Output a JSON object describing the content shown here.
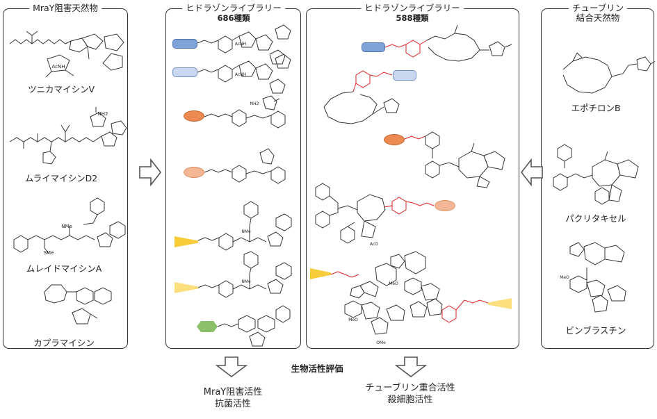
{
  "panels": {
    "natural_mray": {
      "title": "MraY阻害天然物"
    },
    "library_686": {
      "title": "ヒドラゾンライブラリー",
      "count": "686種類"
    },
    "library_588": {
      "title": "ヒドラゾンライブラリー",
      "count": "588種類"
    },
    "natural_tubulin": {
      "title_line1": "チューブリン",
      "title_line2": "結合天然物"
    }
  },
  "mray_compounds": [
    {
      "name": "ツニカマイシンV"
    },
    {
      "name": "ムライマイシンD2"
    },
    {
      "name": "ムレイドマイシンA"
    },
    {
      "name": "カプラマイシン"
    }
  ],
  "tubulin_compounds": [
    {
      "name": "エポチロンB"
    },
    {
      "name": "パクリタキセル"
    },
    {
      "name": "ビンブラスチン"
    }
  ],
  "evaluation": {
    "label": "生物活性評価",
    "left_result_line1": "MraY阻害活性",
    "left_result_line2": "抗菌活性",
    "right_result_line1": "チューブリン重合活性",
    "right_result_line2": "殺細胞活性"
  },
  "atom_labels": {
    "acnh": "AcNH",
    "nh2": "NH2",
    "nme": "NMe",
    "sme": "SMe",
    "meo": "MeO",
    "ome": "OMe",
    "oac": "AcO"
  },
  "colors": {
    "blue_tag": "#7ea3d6",
    "light_blue_tag": "#c9d8ef",
    "orange_tag": "#ec8a52",
    "light_orange_tag": "#f3b795",
    "yellow_tag": "#f7cc3a",
    "light_yellow_tag": "#fbe07d",
    "green_tag": "#8cbf6a",
    "linker_red": "#e02020",
    "bond": "#333333",
    "arrow": "#555555"
  }
}
